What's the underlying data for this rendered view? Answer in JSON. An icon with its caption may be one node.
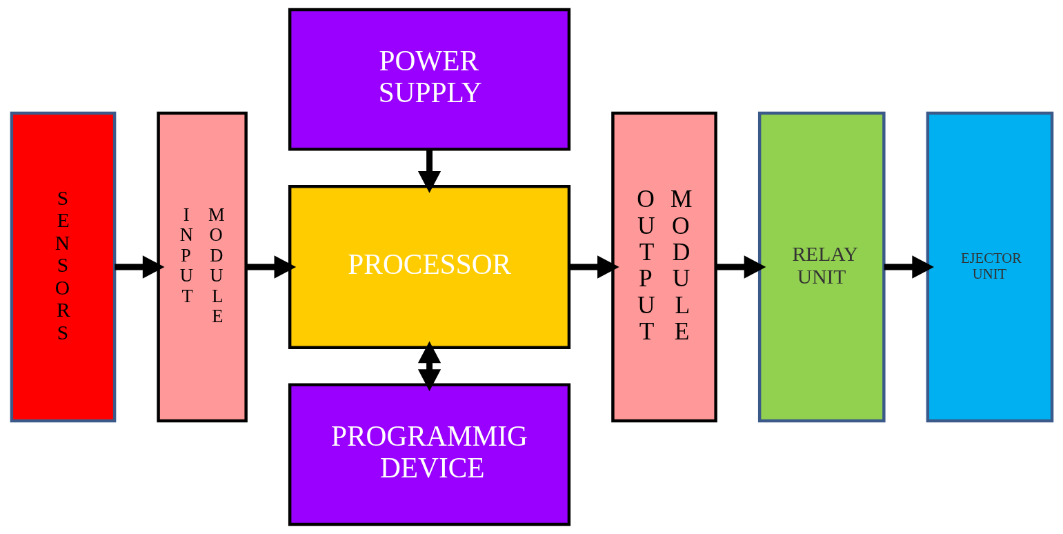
{
  "diagram": {
    "nodes": [
      {
        "text": [
          "SENSORS"
        ]
      },
      {
        "text": [
          "INPUT",
          "MODULE"
        ]
      },
      {
        "text": [
          "POWER SUPPLY"
        ]
      },
      {
        "text": [
          "PROCESSOR"
        ]
      },
      {
        "text": [
          "PROGRAMMIG DEVICE"
        ]
      },
      {
        "text": [
          "OUTPUT",
          "MODULE"
        ]
      },
      {
        "text": [
          "RELAY UNIT"
        ]
      },
      {
        "text": [
          "EJECTOR UNIT"
        ]
      }
    ],
    "edges": [
      {
        "from": 0,
        "to": 1,
        "arrow": "to"
      },
      {
        "from": 1,
        "to": 3,
        "arrow": "to"
      },
      {
        "from": 2,
        "to": 3,
        "arrow": "to"
      },
      {
        "from": 3,
        "to": 4,
        "arrow": "both"
      },
      {
        "from": 3,
        "to": 5,
        "arrow": "to"
      },
      {
        "from": 5,
        "to": 6,
        "arrow": "to"
      },
      {
        "from": 6,
        "to": 7,
        "arrow": "to"
      }
    ]
  }
}
